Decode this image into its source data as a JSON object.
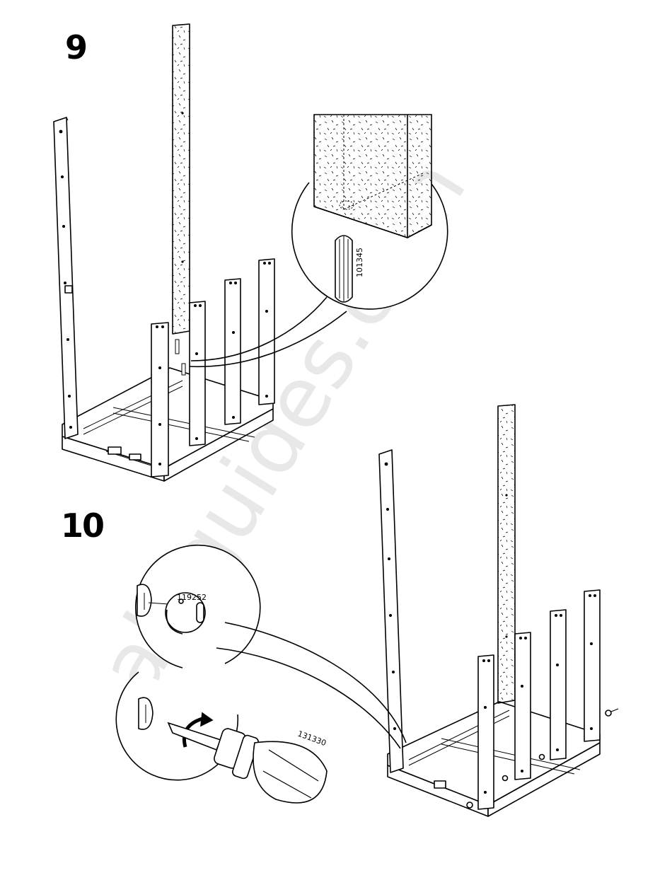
{
  "watermark": "all-guides.com",
  "steps": [
    {
      "number": "9",
      "part_numbers": [
        "101345"
      ]
    },
    {
      "number": "10",
      "part_numbers": [
        "119252",
        "131330"
      ]
    }
  ]
}
